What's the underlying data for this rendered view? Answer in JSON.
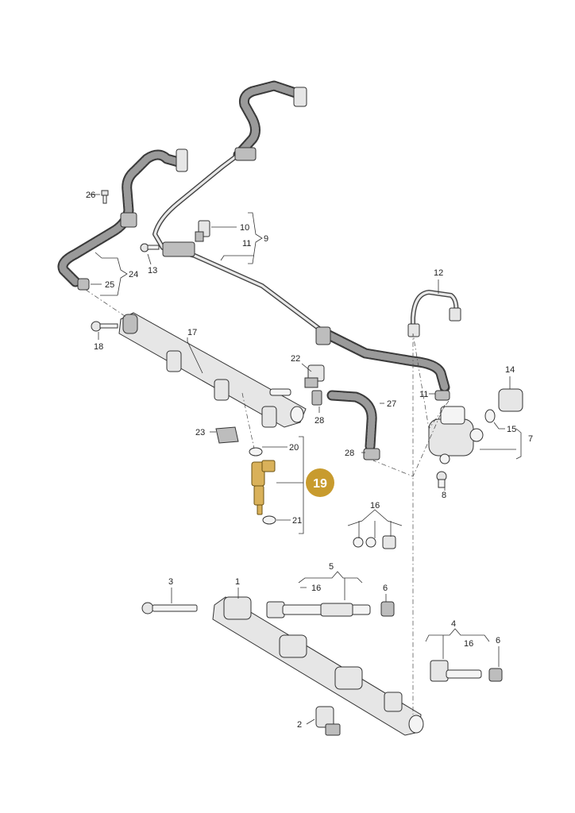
{
  "labels": {
    "l1": "1",
    "l2": "2",
    "l3": "3",
    "l4": "4",
    "l5": "5",
    "l6a": "6",
    "l6b": "6",
    "l7": "7",
    "l8": "8",
    "l9": "9",
    "l10": "10",
    "l11": "11",
    "l12": "12",
    "l13": "13",
    "l14": "14",
    "l15": "15",
    "l16a": "16",
    "l16b": "16",
    "l16c": "16",
    "l17": "17",
    "l18": "18",
    "l19": "19",
    "l20": "20",
    "l21": "21",
    "l22": "22",
    "l23": "23",
    "l24": "24",
    "l25": "25",
    "l26": "26",
    "l27": "27",
    "l28a": "28",
    "l28b": "28",
    "l11b": "11"
  },
  "highlight": {
    "label": "19",
    "color": "#c89b2e",
    "text_color": "#ffffff"
  },
  "colors": {
    "line": "#333333",
    "part": "#e6e6e6",
    "hose": "#3a3a3a",
    "highlight_part": "#d9b15a"
  }
}
